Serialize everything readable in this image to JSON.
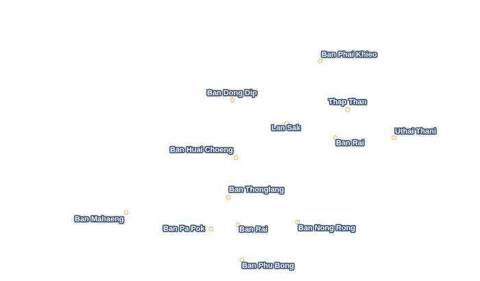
{
  "map": {
    "places": [
      {
        "id": "ban-phai-khieo",
        "name": "Ban Phai Khieo",
        "label_side": "above-right"
      },
      {
        "id": "ban-dong-dip",
        "name": "Ban Dong Dip",
        "label_side": "above-left"
      },
      {
        "id": "thap-than",
        "name": "Thap Than",
        "label_side": "above-left"
      },
      {
        "id": "lan-sak",
        "name": "Lan Sak",
        "label_side": "below-left"
      },
      {
        "id": "uthai-thani",
        "name": "Uthai Thani",
        "label_side": "above-right"
      },
      {
        "id": "ban-rai-east",
        "name": "Ban Rai",
        "label_side": "below-right"
      },
      {
        "id": "ban-huai-choeng",
        "name": "Ban Huai Choeng",
        "label_side": "above-left"
      },
      {
        "id": "ban-thonglang",
        "name": "Ban Thonglang",
        "label_side": "above-right"
      },
      {
        "id": "ban-mahaeng",
        "name": "Ban Mahaeng",
        "label_side": "below-left"
      },
      {
        "id": "ban-pa-pok",
        "name": "Ban Pa Pok",
        "label_side": "left"
      },
      {
        "id": "ban-rai-central",
        "name": "Ban Rai",
        "label_side": "below-right"
      },
      {
        "id": "ban-nong-rong",
        "name": "Ban Nong Rong",
        "label_side": "below-right"
      },
      {
        "id": "ban-phu-bong",
        "name": "Ban Phu Bong",
        "label_side": "below-right"
      }
    ]
  },
  "colors": {
    "background": "#ffffff",
    "marker_fill": "#fff7e6",
    "marker_stroke": "#e8b860",
    "label_text": "#ffffff",
    "label_halo": "#3a5580"
  }
}
